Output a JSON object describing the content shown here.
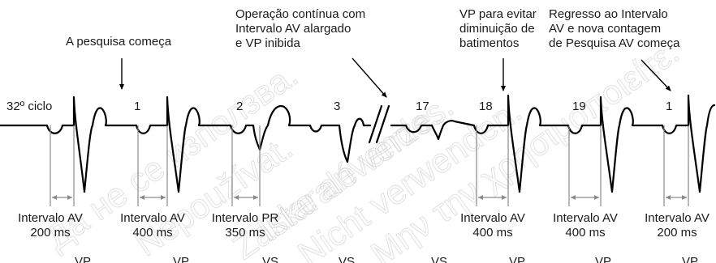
{
  "annotations": {
    "search_starts": "A pesquisa começa",
    "continuous_operation": [
      "Operação contínua com",
      "Intervalo AV alargado",
      "e VP inibida"
    ],
    "vp_avoid": [
      "VP para evitar",
      "diminuição de",
      "batimentos"
    ],
    "return_interval": [
      "Regresso ao Intervalo",
      "AV e nova contagem",
      "de Pesquisa AV começa"
    ]
  },
  "cycles": {
    "c32": "32º ciclo",
    "c1": "1",
    "c2": "2",
    "c3": "3",
    "c17": "17",
    "c18": "18",
    "c19": "19",
    "c1b": "1"
  },
  "intervals": [
    {
      "label": "Intervalo AV",
      "value": "200 ms"
    },
    {
      "label": "Intervalo AV",
      "value": "400 ms"
    },
    {
      "label": "Intervalo PR",
      "value": "350 ms"
    },
    {
      "label": "Intervalo AV",
      "value": "400 ms"
    },
    {
      "label": "Intervalo AV",
      "value": "400 ms"
    },
    {
      "label": "Intervalo AV",
      "value": "200 ms"
    }
  ],
  "beat_types": [
    "VP",
    "VP",
    "VS",
    "VS",
    "VS",
    "VP",
    "VP",
    "VP"
  ],
  "watermarks": [
    "Да не се използва.",
    "Nepoužívat.",
    "Zastaralé verze.",
    "Ikke anvendes.",
    "Nicht verwenden.",
    "Μην την χρησιμοποιείτε."
  ],
  "colors": {
    "trace": "#000000",
    "measure": "#8a8a8a",
    "text": "#1a1a1a"
  }
}
